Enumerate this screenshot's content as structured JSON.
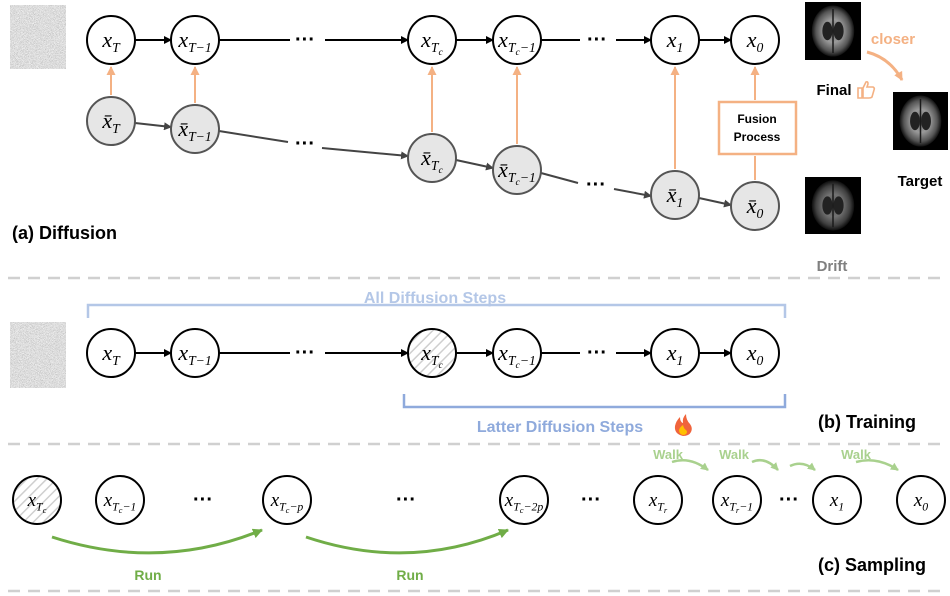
{
  "diffusion": {
    "top_nodes": [
      {
        "base": "x",
        "sub": "T",
        "sub2": ""
      },
      {
        "base": "x",
        "sub": "T−1",
        "sub2": ""
      },
      {
        "base": "x",
        "sub": "T",
        "sub2": "c"
      },
      {
        "base": "x",
        "sub": "T",
        "sub2": "c",
        "suffix": "−1"
      },
      {
        "base": "x",
        "sub": "1",
        "sub2": ""
      },
      {
        "base": "x",
        "sub": "0",
        "sub2": ""
      }
    ],
    "bottom_nodes": [
      {
        "base": "x̄",
        "sub": "T",
        "sub2": ""
      },
      {
        "base": "x̄",
        "sub": "T−1",
        "sub2": ""
      },
      {
        "base": "x̄",
        "sub": "T",
        "sub2": "c"
      },
      {
        "base": "x̄",
        "sub": "T",
        "sub2": "c",
        "suffix": "−1"
      },
      {
        "base": "x̄",
        "sub": "1",
        "sub2": ""
      },
      {
        "base": "x̄",
        "sub": "0",
        "sub2": ""
      }
    ],
    "ellipsis": "···",
    "fusion_label_1": "Fusion",
    "fusion_label_2": "Process",
    "closer_label": "closer",
    "final_label": "Final",
    "target_label": "Target",
    "drift_label": "Drift",
    "section_label": "(a) Diffusion"
  },
  "training": {
    "all_steps_label": "All Diffusion Steps",
    "latter_steps_label": "Latter Diffusion Steps",
    "section_label": "(b) Training"
  },
  "sampling": {
    "nodes": [
      {
        "base": "x",
        "sub": "T",
        "sub2": "c"
      },
      {
        "base": "x",
        "sub": "T",
        "sub2": "c",
        "suffix": "−1"
      },
      {
        "base": "x",
        "sub": "T",
        "sub2": "c",
        "suffix": "−p"
      },
      {
        "base": "x",
        "sub": "T",
        "sub2": "c",
        "suffix": "−2p"
      },
      {
        "base": "x",
        "sub": "T",
        "sub2": "r"
      },
      {
        "base": "x",
        "sub": "T",
        "sub2": "r",
        "suffix": "−1"
      },
      {
        "base": "x",
        "sub": "1",
        "sub2": ""
      },
      {
        "base": "x",
        "sub": "0",
        "sub2": ""
      }
    ],
    "run_label": "Run",
    "walk_label": "Walk",
    "section_label": "(c) Sampling"
  },
  "colors": {
    "orange": "#f4b183",
    "orange_text": "#f4b183",
    "blue_bracket": "#b4c7e7",
    "blue_text": "#b4c7e7",
    "latter_blue": "#8faadc",
    "green": "#70ad47",
    "green_walk": "#a9d18e",
    "gray_node": "#e6e6e6",
    "gray_text": "#808080",
    "dash": "#d0d0d0"
  }
}
